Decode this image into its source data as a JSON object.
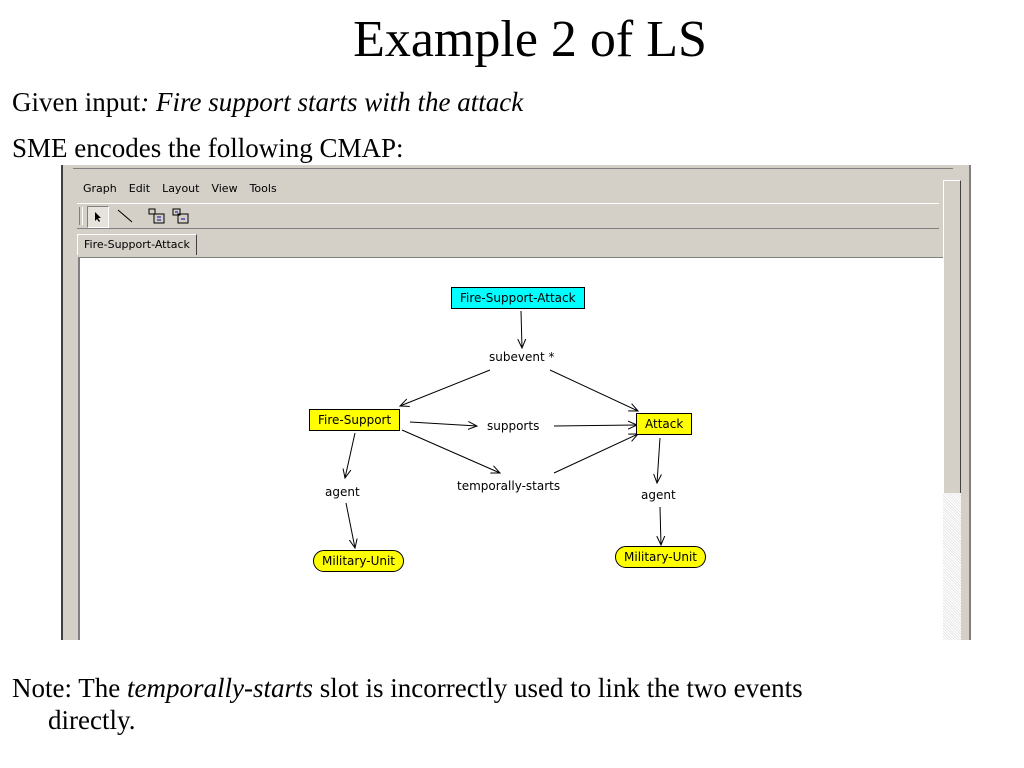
{
  "slide": {
    "title": "Example 2 of LS",
    "given_prefix": "Given input",
    "given_value": ": Fire support starts with the attack",
    "sme_line": "SME encodes the following CMAP:",
    "note_prefix": "Note: The ",
    "note_term": "temporally-starts",
    "note_suffix": " slot is incorrectly used to link the two events",
    "note_cont": "directly."
  },
  "app": {
    "menu": [
      "Graph",
      "Edit",
      "Layout",
      "View",
      "Tools"
    ],
    "toolbar": [
      "pointer-tool",
      "line-tool",
      "expand-tool",
      "collapse-tool"
    ],
    "tab_label": "Fire-Support-Attack"
  },
  "graph": {
    "nodes": {
      "root": "Fire-Support-Attack",
      "fire_support": "Fire-Support",
      "attack": "Attack",
      "military_left": "Military-Unit",
      "military_right": "Military-Unit"
    },
    "edge_labels": {
      "subevent": "subevent *",
      "supports": "supports",
      "temporally_starts": "temporally-starts",
      "agent_left": "agent",
      "agent_right": "agent"
    },
    "colors": {
      "root_fill": "#00ffff",
      "event_fill": "#ffff00"
    }
  }
}
